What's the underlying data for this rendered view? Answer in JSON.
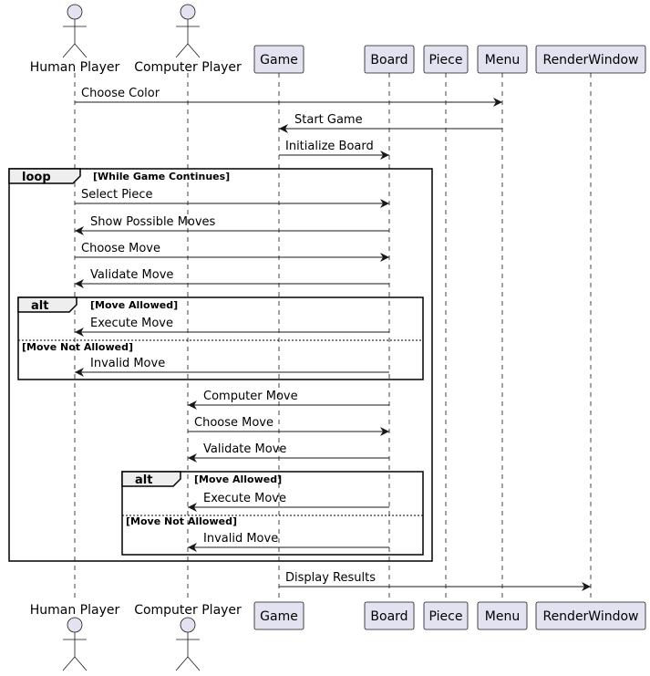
{
  "colors": {
    "participant_fill": "#E2E2F0",
    "participant_stroke": "#181818",
    "lifeline": "#181818",
    "frame_stroke": "#000000",
    "frame_tab_fill": "#EEEEEE",
    "background": "#FFFFFF"
  },
  "participants": [
    {
      "id": "human",
      "label": "Human Player",
      "kind": "actor"
    },
    {
      "id": "computer",
      "label": "Computer Player",
      "kind": "actor"
    },
    {
      "id": "game",
      "label": "Game",
      "kind": "box"
    },
    {
      "id": "board",
      "label": "Board",
      "kind": "box"
    },
    {
      "id": "piece",
      "label": "Piece",
      "kind": "box"
    },
    {
      "id": "menu",
      "label": "Menu",
      "kind": "box"
    },
    {
      "id": "render",
      "label": "RenderWindow",
      "kind": "box"
    }
  ],
  "messages": [
    {
      "from": "human",
      "to": "menu",
      "label": "Choose Color"
    },
    {
      "from": "menu",
      "to": "game",
      "label": "Start Game"
    },
    {
      "from": "game",
      "to": "board",
      "label": "Initialize Board"
    },
    {
      "from": "human",
      "to": "board",
      "label": "Select Piece"
    },
    {
      "from": "board",
      "to": "human",
      "label": "Show Possible Moves"
    },
    {
      "from": "human",
      "to": "board",
      "label": "Choose Move"
    },
    {
      "from": "board",
      "to": "human",
      "label": "Validate Move"
    },
    {
      "from": "board",
      "to": "human",
      "label": "Execute Move"
    },
    {
      "from": "board",
      "to": "human",
      "label": "Invalid Move"
    },
    {
      "from": "board",
      "to": "computer",
      "label": "Computer Move"
    },
    {
      "from": "computer",
      "to": "board",
      "label": "Choose Move"
    },
    {
      "from": "board",
      "to": "computer",
      "label": "Validate Move"
    },
    {
      "from": "board",
      "to": "computer",
      "label": "Execute Move"
    },
    {
      "from": "board",
      "to": "computer",
      "label": "Invalid Move"
    },
    {
      "from": "game",
      "to": "render",
      "label": "Display Results"
    }
  ],
  "fragments": {
    "loop": {
      "keyword": "loop",
      "guard": "[While Game Continues]"
    },
    "alt_human": {
      "keyword": "alt",
      "guard": "[Move Allowed]",
      "else_guard": "[Move Not Allowed]"
    },
    "alt_computer": {
      "keyword": "alt",
      "guard": "[Move Allowed]",
      "else_guard": "[Move Not Allowed]"
    }
  }
}
